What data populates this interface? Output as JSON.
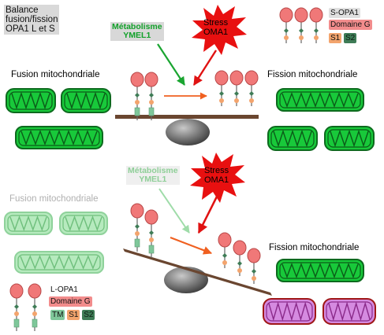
{
  "title": [
    "Balance",
    "fusion/fission",
    "OPA1 L et S"
  ],
  "top": {
    "fusion_label": "Fusion mitochondriale",
    "fission_label": "Fission mitochondriale",
    "metabolism_label": [
      "Métabolisme",
      "YMEL1"
    ],
    "stress_label": [
      "Stress",
      "OMA1"
    ]
  },
  "bottom": {
    "fusion_label": "Fusion mitochondriale",
    "fission_label": "Fission mitochondriale",
    "metabolism_label": [
      "Métabolisme",
      "YMEL1"
    ],
    "stress_label": [
      "Stress",
      "OMA1"
    ]
  },
  "legend_s_opa1": {
    "name": "S-OPA1",
    "domain_g": "Domaine G",
    "s1": "S1",
    "s2": "S2"
  },
  "legend_l_opa1": {
    "name": "L-OPA1",
    "domain_g": "Domaine G",
    "tm": "TM",
    "s1": "S1",
    "s2": "S2"
  },
  "colors": {
    "mito_green": "#18c93a",
    "mito_green_dark": "#0d6a1e",
    "mito_faded": "#b6eabe",
    "mito_purple": "#d58ae0",
    "mito_purple_border": "#a01818",
    "arrow_green": "#1aa531",
    "arrow_red": "#e01212",
    "arrow_orange": "#f06020",
    "head_pink": "#f07878",
    "s1_orange": "#f3a46d",
    "s2_dark_green": "#3e7c56",
    "tm_light_green": "#7fc79a"
  },
  "icons": [
    "mitochondrion-icon",
    "opa1-protein-icon",
    "stone-fulcrum-icon",
    "stress-burst-icon"
  ]
}
